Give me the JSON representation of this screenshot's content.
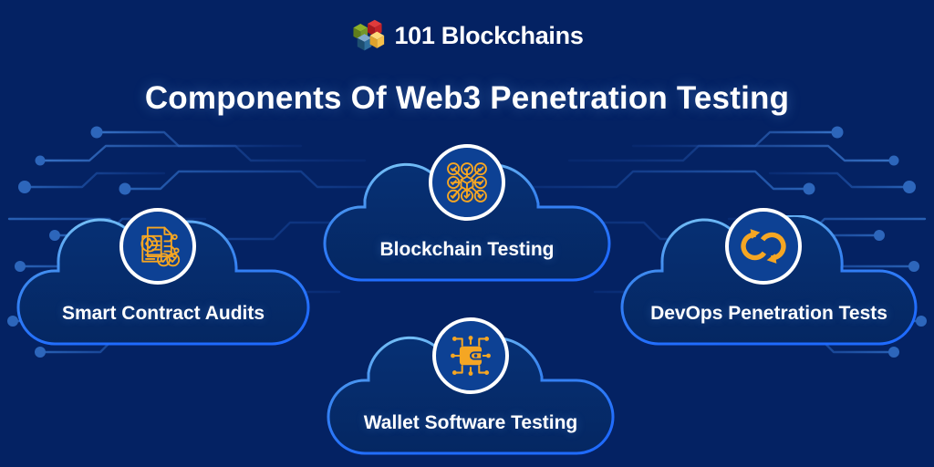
{
  "colors": {
    "background": "#042263",
    "cloud_fill": "#062a72",
    "cloud_border_light": "#7fc4f5",
    "cloud_border_bright": "#1f6bff",
    "icon_circle_fill": "#0d4194",
    "icon_accent": "#f5a623",
    "text": "#ffffff",
    "circuit_line": "#1b4fa3",
    "logo_green": "#6f9c1f",
    "logo_red": "#cc2128",
    "logo_blue": "#2f6f9e",
    "logo_yellow": "#f7c04a"
  },
  "brand": {
    "name": "101 Blockchains",
    "logo_icon": "blockchain-cubes-logo"
  },
  "header": {
    "title": "Components Of Web3 Penetration Testing"
  },
  "nodes": [
    {
      "id": "smart-contract-audits",
      "label": "Smart Contract Audits",
      "icon": "smart-contract-document-icon"
    },
    {
      "id": "blockchain-testing",
      "label": "Blockchain Testing",
      "icon": "blockchain-nodes-check-icon"
    },
    {
      "id": "devops-penetration-tests",
      "label": "DevOps Penetration Tests",
      "icon": "devops-infinity-loop-icon"
    },
    {
      "id": "wallet-software-testing",
      "label": "Wallet Software Testing",
      "icon": "wallet-circuit-icon"
    }
  ]
}
